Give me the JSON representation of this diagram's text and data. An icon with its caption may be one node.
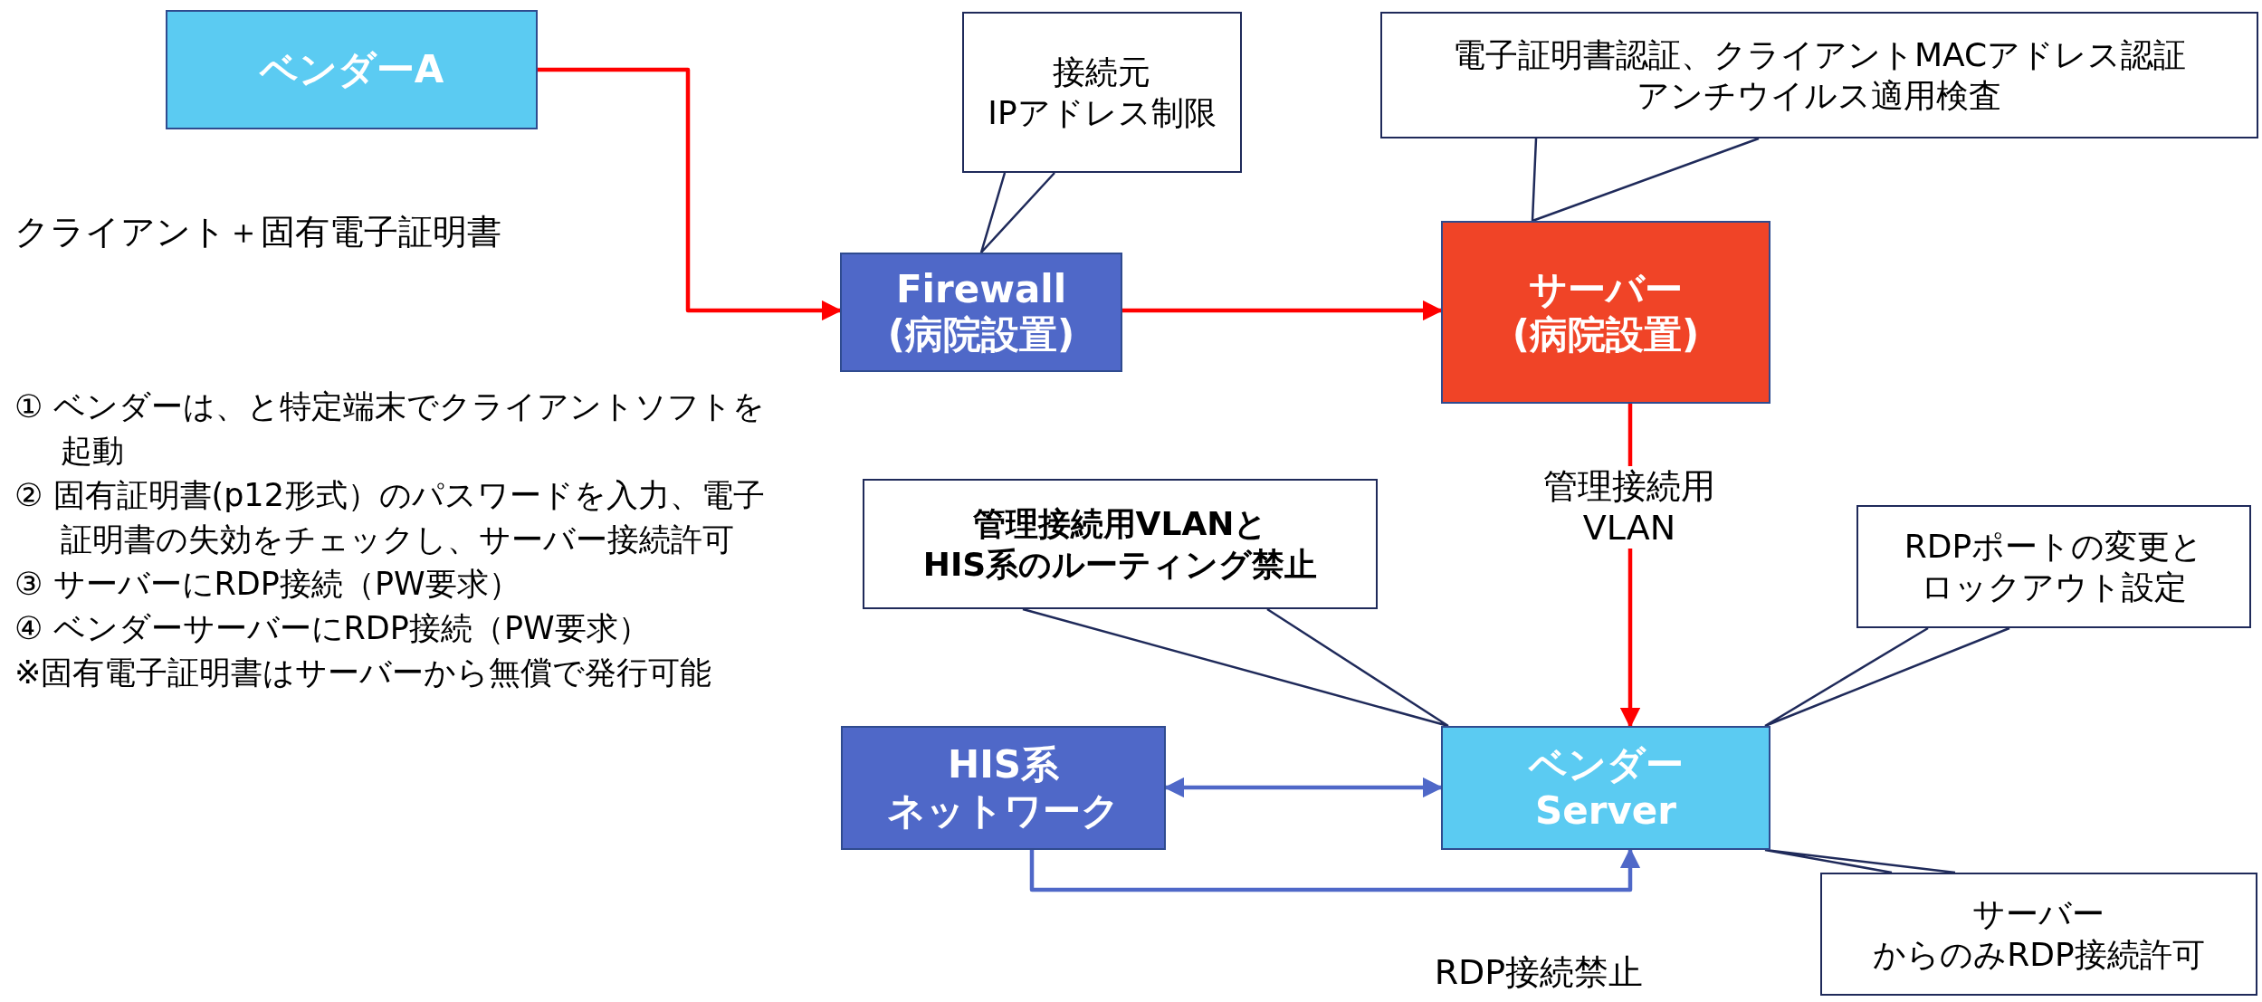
{
  "diagram": {
    "nodes": [
      {
        "text": [
          "ベンダーA"
        ]
      },
      {
        "text": [
          "Firewall (病院設置)"
        ]
      },
      {
        "text": [
          "サーバー (病院設置)"
        ]
      },
      {
        "text": [
          "HIS系ネットワーク"
        ]
      },
      {
        "text": [
          "ベンダー Server"
        ]
      },
      {
        "text": [
          "接続元IPアドレス制限"
        ]
      },
      {
        "text": [
          "電子証明書認証、クライアントMACアドレス認証アンチウイルス適用検査"
        ]
      },
      {
        "text": [
          "管理接続用VLANとHIS系のルーティング禁止"
        ]
      },
      {
        "text": [
          "RDPポートの変更とロックアウト設定"
        ]
      },
      {
        "text": [
          "サーバーからのみRDP接続許可"
        ]
      }
    ],
    "edges": [
      {
        "from": 0,
        "to": 1,
        "arrow": "to",
        "color": "#ff0000"
      },
      {
        "from": 1,
        "to": 2,
        "arrow": "to",
        "color": "#ff0000"
      },
      {
        "from": 2,
        "to": 4,
        "arrow": "to",
        "label": "管理接続用 VLAN",
        "color": "#ff0000"
      },
      {
        "from": 3,
        "to": 4,
        "arrow": "both",
        "color": "#4f68c8"
      },
      {
        "from": 3,
        "to": 4,
        "arrow": "to",
        "label": "RDP接続禁止",
        "color": "#4f68c8"
      },
      {
        "from": 5,
        "to": 1,
        "arrow": "none",
        "color": "#1f2a5a"
      },
      {
        "from": 6,
        "to": 2,
        "arrow": "none",
        "color": "#1f2a5a"
      },
      {
        "from": 7,
        "to": 4,
        "arrow": "none",
        "color": "#1f2a5a"
      },
      {
        "from": 8,
        "to": 4,
        "arrow": "none",
        "color": "#1f2a5a"
      },
      {
        "from": 9,
        "to": 4,
        "arrow": "none",
        "color": "#1f2a5a"
      }
    ],
    "labels": [
      "クライアント＋固有電子証明書",
      "① ベンダーは、と特定端末でクライアントソフトを起動",
      "② 固有証明書(p12形式）のパスワードを入力、電子証明書の失効をチェックし、サーバー接続許可",
      "③ サーバーにRDP接続（PW要求）",
      "④ ベンダーサーバーにRDP接続（PW要求）",
      "※固有電子証明書はサーバーから無償で発行可能"
    ]
  }
}
